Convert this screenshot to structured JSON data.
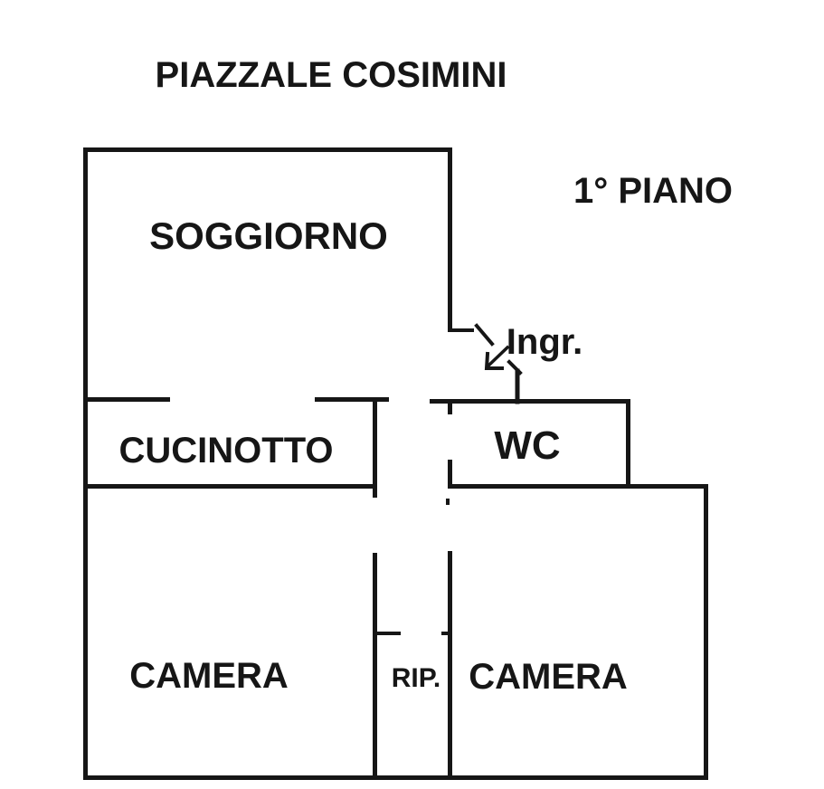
{
  "header": {
    "street_label": "PIAZZALE COSIMINI",
    "floor_label": "1° PIANO"
  },
  "entrance": {
    "label": "Ingr."
  },
  "rooms": [
    {
      "id": "soggiorno",
      "name": "SOGGIORNO"
    },
    {
      "id": "cucinotto",
      "name": "CUCINOTTO"
    },
    {
      "id": "wc",
      "name": "WC"
    },
    {
      "id": "camera-left",
      "name": "CAMERA"
    },
    {
      "id": "rip",
      "name": "RIP."
    },
    {
      "id": "camera-right",
      "name": "CAMERA"
    }
  ],
  "colors": {
    "line": "#161616",
    "background": "#ffffff"
  }
}
